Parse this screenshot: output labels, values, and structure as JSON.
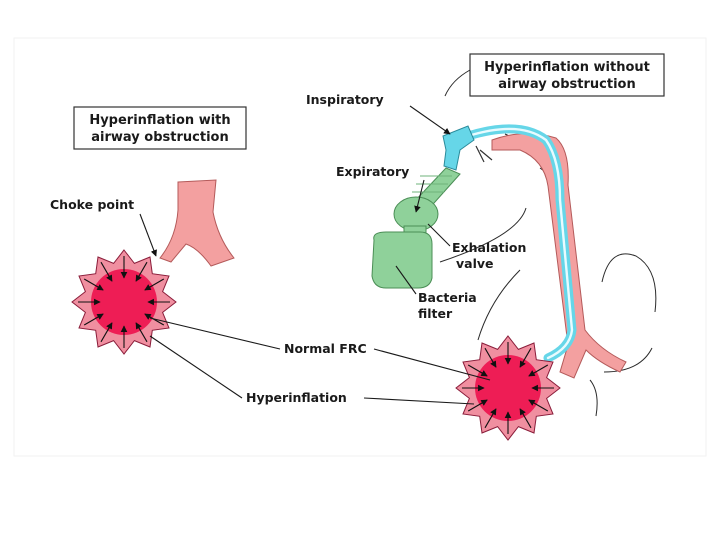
{
  "left_box": {
    "line1": "Hyperinflation with",
    "line2": "airway obstruction"
  },
  "right_box": {
    "line1": "Hyperinflation without",
    "line2": "airway obstruction"
  },
  "labels": {
    "choke_point": "Choke point",
    "inspiratory": "Inspiratory",
    "expiratory": "Expiratory",
    "exhalation_valve_1": "Exhalation",
    "exhalation_valve_2": "valve",
    "bacteria_filter_1": "Bacteria",
    "bacteria_filter_2": "filter",
    "normal_frc": "Normal FRC",
    "hyperinflation": "Hyperinflation"
  },
  "colors": {
    "airway_pink": "#f3a0a0",
    "alveolus_outer": "#f08fa0",
    "alveolus_core": "#ee1d55",
    "tubing_cyan": "#66d6e8",
    "device_green": "#8fd19a"
  }
}
